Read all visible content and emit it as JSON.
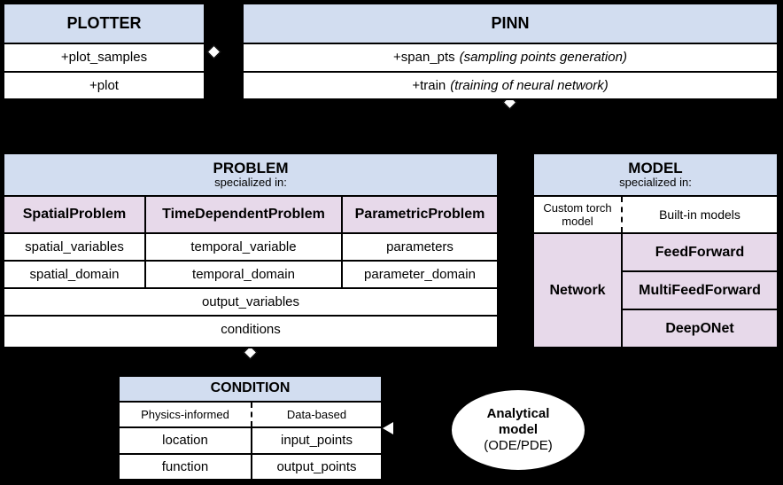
{
  "diagram": {
    "title": "PINA software architecture UML diagram",
    "colors": {
      "header_blue": "#d2ddf0",
      "lavender": "#e7d9ea",
      "white": "#ffffff",
      "stroke": "#000000",
      "background": "#000000"
    }
  },
  "plotter": {
    "title": "PLOTTER",
    "methods": [
      "+plot_samples",
      "+plot"
    ]
  },
  "pinn": {
    "title": "PINN",
    "methods": [
      {
        "name": "+span_pts",
        "note": "(sampling points generation)"
      },
      {
        "name": "+train",
        "note": "(training of neural network)"
      }
    ]
  },
  "problem": {
    "title": "PROBLEM",
    "subtitle": "specialized in:",
    "specializations": [
      "SpatialProblem",
      "TimeDependentProblem",
      "ParametricProblem"
    ],
    "attribute_rows": [
      [
        "spatial_variables",
        "temporal_variable",
        "parameters"
      ],
      [
        "spatial_domain",
        "temporal_domain",
        "parameter_domain"
      ]
    ],
    "shared_rows": [
      "output_variables",
      "conditions"
    ]
  },
  "model": {
    "title": "MODEL",
    "subtitle": "specialized in:",
    "categories": [
      "Custom torch model",
      "Built-in models"
    ],
    "custom": "Network",
    "builtin": [
      "FeedForward",
      "MultiFeedForward",
      "DeepONet"
    ]
  },
  "condition": {
    "title": "CONDITION",
    "categories": [
      "Physics-informed",
      "Data-based"
    ],
    "rows": [
      [
        "location",
        "input_points"
      ],
      [
        "function",
        "output_points"
      ]
    ]
  },
  "analytical_model": {
    "line1": "Analytical",
    "line2": "model",
    "line3": "(ODE/PDE)"
  }
}
